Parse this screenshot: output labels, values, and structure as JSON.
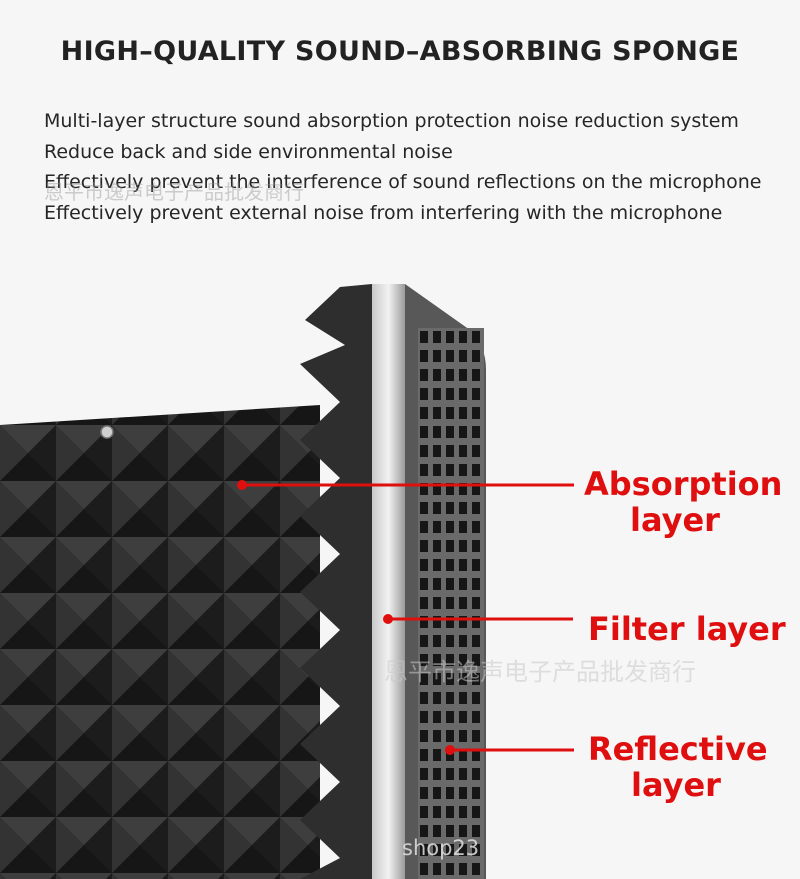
{
  "header": {
    "title": "HIGH–QUALITY SOUND–ABSORBING SPONGE"
  },
  "description": [
    "Multi-layer structure sound absorption protection noise reduction system",
    "Reduce back and side environmental noise",
    "Effectively prevent the interference of sound reflections on the microphone",
    "Effectively prevent external noise from interfering with the microphone"
  ],
  "watermarks": {
    "top": "恩平市逸声电子产品批发商行",
    "middle": "恩平市逸声电子产品批发商行",
    "bottom": "shop23"
  },
  "callouts": {
    "absorption": {
      "line1": "Absorption",
      "line2": "layer"
    },
    "filter": {
      "line1": "Filter layer"
    },
    "reflective": {
      "line1": "Reflective",
      "line2": "layer"
    }
  },
  "colors": {
    "accent": "#e00f0f",
    "foam": "#2b2b2b",
    "panel": "#5a5a5a"
  }
}
